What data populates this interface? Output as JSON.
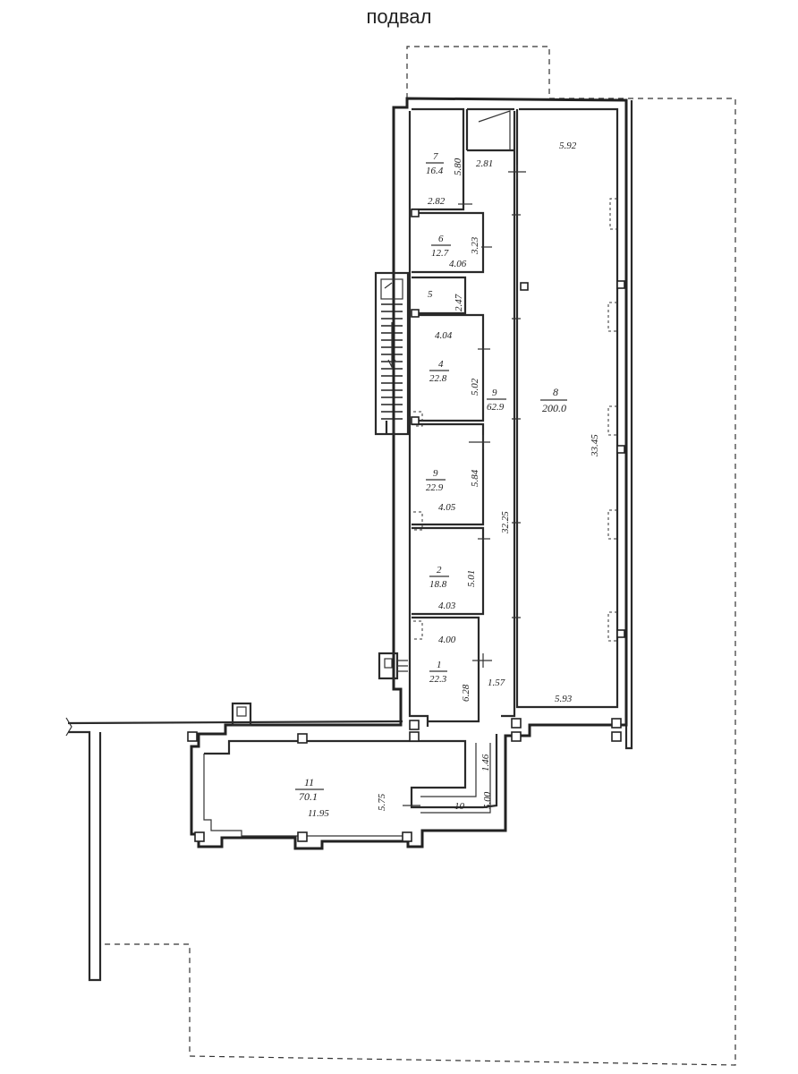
{
  "title": "подвал",
  "rooms": [
    {
      "id": "r1",
      "number": "1",
      "area": "22.3"
    },
    {
      "id": "r2",
      "number": "2",
      "area": "18.8"
    },
    {
      "id": "r3",
      "number": "9",
      "area": "22.9"
    },
    {
      "id": "r4",
      "number": "4",
      "area": "22.8"
    },
    {
      "id": "r5",
      "number": "5",
      "area": ""
    },
    {
      "id": "r6",
      "number": "6",
      "area": "12.7"
    },
    {
      "id": "r7",
      "number": "7",
      "area": "16.4"
    },
    {
      "id": "r8",
      "number": "8",
      "area": "200.0"
    },
    {
      "id": "r9",
      "number": "9",
      "area": "62.9"
    },
    {
      "id": "r10",
      "number": "10",
      "area": ""
    },
    {
      "id": "r11",
      "number": "11",
      "area": "70.1"
    }
  ],
  "dimensions": {
    "d_592": "5.92",
    "d_593": "5.93",
    "d_3345": "33.45",
    "d_3225": "32.25",
    "d_281": "2.81",
    "d_580": "5.80",
    "d_282": "2.82",
    "d_323": "3.23",
    "d_406": "4.06",
    "d_247": "2.47",
    "d_404": "4.04",
    "d_502": "5.02",
    "d_584": "5.84",
    "d_405": "4.05",
    "d_501": "5.01",
    "d_403": "4.03",
    "d_400": "4.00",
    "d_628": "6.28",
    "d_157": "1.57",
    "d_146": "1.46",
    "d_500": "5.00",
    "d_575": "5.75",
    "d_1195": "11.95"
  }
}
